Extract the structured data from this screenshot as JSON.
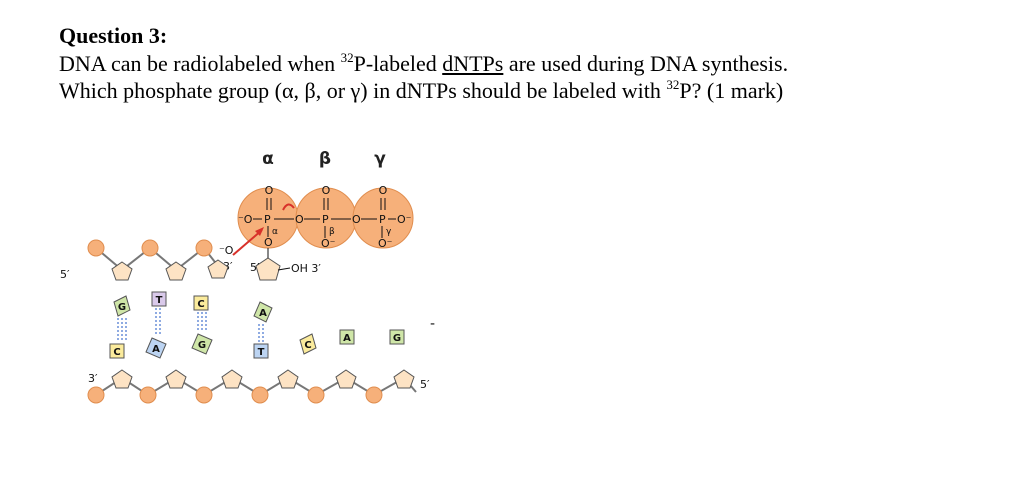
{
  "question": {
    "title": "Question 3:",
    "line1_a": "DNA can be radiolabeled when ",
    "line1_sup": "32",
    "line1_b": "P-labeled ",
    "line1_ul": "dNTPs",
    "line1_c": " are used during DNA synthesis.",
    "line2_a": "Which phosphate group (α, β, or γ) in dNTPs should be labeled with ",
    "line2_sup": "32",
    "line2_b": "P? (1 mark)"
  },
  "figure": {
    "greek_labels": [
      "α",
      "β",
      "γ"
    ],
    "phosphate_o": "O",
    "phosphate_p": "P",
    "o_minus": "O⁻",
    "neg_o": "⁻O",
    "bottom_o": "O",
    "subscripts": [
      "α",
      "β",
      "γ"
    ],
    "oh3": "OH 3′",
    "three_prime": "3′",
    "five_prime": "5′",
    "strand_top_left": "5′",
    "strand_bottom_left": "3′",
    "strand_bottom_right": "5′",
    "template_bases": [
      "G",
      "T",
      "C",
      "A"
    ],
    "pair_bases_top": [
      "G",
      "T",
      "C",
      "A"
    ],
    "pair_bases_bottom": [
      "C",
      "A",
      "G",
      "T",
      "C",
      "A",
      "G"
    ],
    "dash": "-"
  },
  "colors": {
    "phosphate_orange": "#f6b07a",
    "sugar_fill": "#fde3c4",
    "base_green": "#cfe6a8",
    "base_blue": "#bcd4f2",
    "base_yellow": "#fbeb9c",
    "base_purple": "#d9c9ea",
    "arrow_red": "#d8312a"
  }
}
